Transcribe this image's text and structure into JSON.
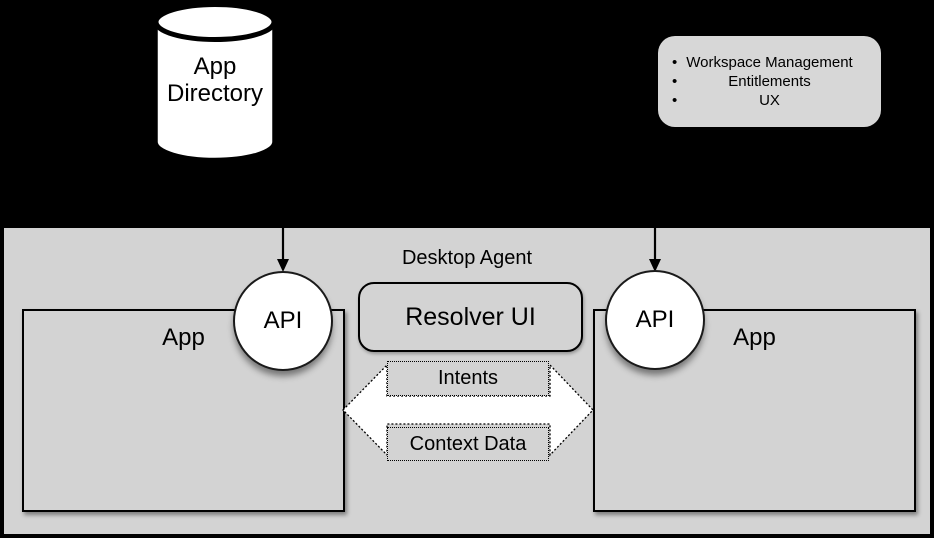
{
  "colors": {
    "background": "#000000",
    "panel_gray": "#d3d3d3",
    "features_box_gray": "#d7d7d7",
    "node_white": "#ffffff",
    "line_black": "#000000"
  },
  "app_directory": {
    "label": "App Directory"
  },
  "features_box": {
    "bullet": "•",
    "items": [
      "Workspace Management",
      "Entitlements",
      "UX"
    ]
  },
  "desktop_agent": {
    "title": "Desktop Agent",
    "resolver_label": "Resolver UI"
  },
  "left_app": {
    "label": "App",
    "api_label": "API"
  },
  "right_app": {
    "label": "App",
    "api_label": "API"
  },
  "channel": {
    "top_label": "Intents",
    "bottom_label": "Context Data"
  }
}
